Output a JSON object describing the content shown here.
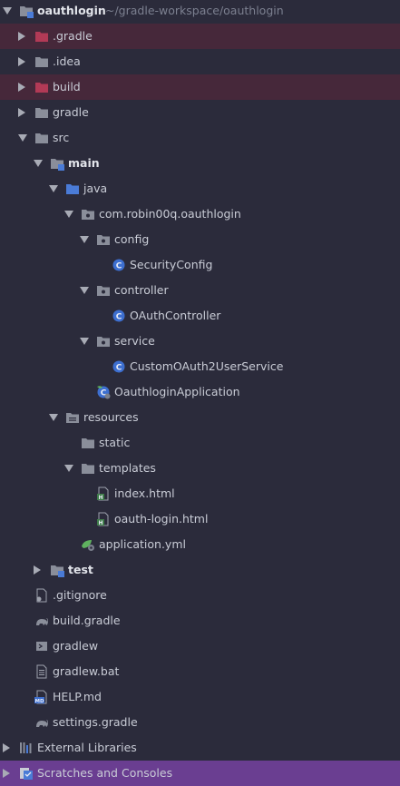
{
  "colors": {
    "background": "#2b2b3b",
    "excluded_row": "#46283a",
    "selected_row": "#6a3e91",
    "folder": "#8a8e9a",
    "excluded_folder": "#b23a56",
    "source_folder": "#4a7bd6",
    "class_icon": "#3d6fd0"
  },
  "project": {
    "name": "oauthlogin",
    "path": "~/gradle-workspace/oauthlogin"
  },
  "tree": [
    {
      "id": "r00",
      "indent": 0,
      "arrow": "down",
      "icon": "module-folder-icon",
      "label": "",
      "bold": true
    },
    {
      "id": "r01",
      "indent": 1,
      "arrow": "right",
      "icon": "excluded-folder-icon",
      "label": ".gradle",
      "excluded": true
    },
    {
      "id": "r02",
      "indent": 1,
      "arrow": "right",
      "icon": "folder-icon",
      "label": ".idea"
    },
    {
      "id": "r03",
      "indent": 1,
      "arrow": "right",
      "icon": "excluded-folder-icon",
      "label": "build",
      "excluded": true
    },
    {
      "id": "r04",
      "indent": 1,
      "arrow": "right",
      "icon": "folder-icon",
      "label": "gradle"
    },
    {
      "id": "r05",
      "indent": 1,
      "arrow": "down",
      "icon": "folder-icon",
      "label": "src"
    },
    {
      "id": "r06",
      "indent": 2,
      "arrow": "down",
      "icon": "module-folder-icon",
      "label": "main",
      "bold": true
    },
    {
      "id": "r07",
      "indent": 3,
      "arrow": "down",
      "icon": "source-folder-icon",
      "label": "java"
    },
    {
      "id": "r08",
      "indent": 4,
      "arrow": "down",
      "icon": "package-icon",
      "label": "com.robin00q.oauthlogin"
    },
    {
      "id": "r09",
      "indent": 5,
      "arrow": "down",
      "icon": "package-icon",
      "label": "config"
    },
    {
      "id": "r10",
      "indent": 6,
      "arrow": "none",
      "icon": "class-icon",
      "label": "SecurityConfig"
    },
    {
      "id": "r11",
      "indent": 5,
      "arrow": "down",
      "icon": "package-icon",
      "label": "controller"
    },
    {
      "id": "r12",
      "indent": 6,
      "arrow": "none",
      "icon": "class-icon",
      "label": "OAuthController"
    },
    {
      "id": "r13",
      "indent": 5,
      "arrow": "down",
      "icon": "package-icon",
      "label": "service"
    },
    {
      "id": "r14",
      "indent": 6,
      "arrow": "none",
      "icon": "class-icon",
      "label": "CustomOAuth2UserService"
    },
    {
      "id": "r15",
      "indent": 5,
      "arrow": "none",
      "icon": "spring-boot-class-icon",
      "label": "OauthloginApplication"
    },
    {
      "id": "r16",
      "indent": 3,
      "arrow": "down",
      "icon": "resources-folder-icon",
      "label": "resources"
    },
    {
      "id": "r17",
      "indent": 4,
      "arrow": "none",
      "icon": "folder-icon",
      "label": "static"
    },
    {
      "id": "r18",
      "indent": 4,
      "arrow": "down",
      "icon": "folder-icon",
      "label": "templates"
    },
    {
      "id": "r19",
      "indent": 5,
      "arrow": "none",
      "icon": "html-file-icon",
      "label": "index.html"
    },
    {
      "id": "r20",
      "indent": 5,
      "arrow": "none",
      "icon": "html-file-icon",
      "label": "oauth-login.html"
    },
    {
      "id": "r21",
      "indent": 4,
      "arrow": "none",
      "icon": "spring-config-icon",
      "label": "application.yml"
    },
    {
      "id": "r22",
      "indent": 2,
      "arrow": "right",
      "icon": "module-folder-icon",
      "label": "test",
      "bold": true
    },
    {
      "id": "r23",
      "indent": 1,
      "arrow": "none",
      "icon": "gitignore-file-icon",
      "label": ".gitignore"
    },
    {
      "id": "r24",
      "indent": 1,
      "arrow": "none",
      "icon": "gradle-file-icon",
      "label": "build.gradle"
    },
    {
      "id": "r25",
      "indent": 1,
      "arrow": "none",
      "icon": "shell-script-icon",
      "label": "gradlew"
    },
    {
      "id": "r26",
      "indent": 1,
      "arrow": "none",
      "icon": "bat-file-icon",
      "label": "gradlew.bat"
    },
    {
      "id": "r27",
      "indent": 1,
      "arrow": "none",
      "icon": "markdown-file-icon",
      "label": "HELP.md"
    },
    {
      "id": "r28",
      "indent": 1,
      "arrow": "none",
      "icon": "gradle-file-icon",
      "label": "settings.gradle"
    },
    {
      "id": "r29",
      "indent": 0,
      "arrow": "right",
      "icon": "libraries-icon",
      "label": "External Libraries"
    },
    {
      "id": "r30",
      "indent": 0,
      "arrow": "right",
      "icon": "scratches-icon",
      "label": "Scratches and Consoles",
      "selected": true
    }
  ]
}
